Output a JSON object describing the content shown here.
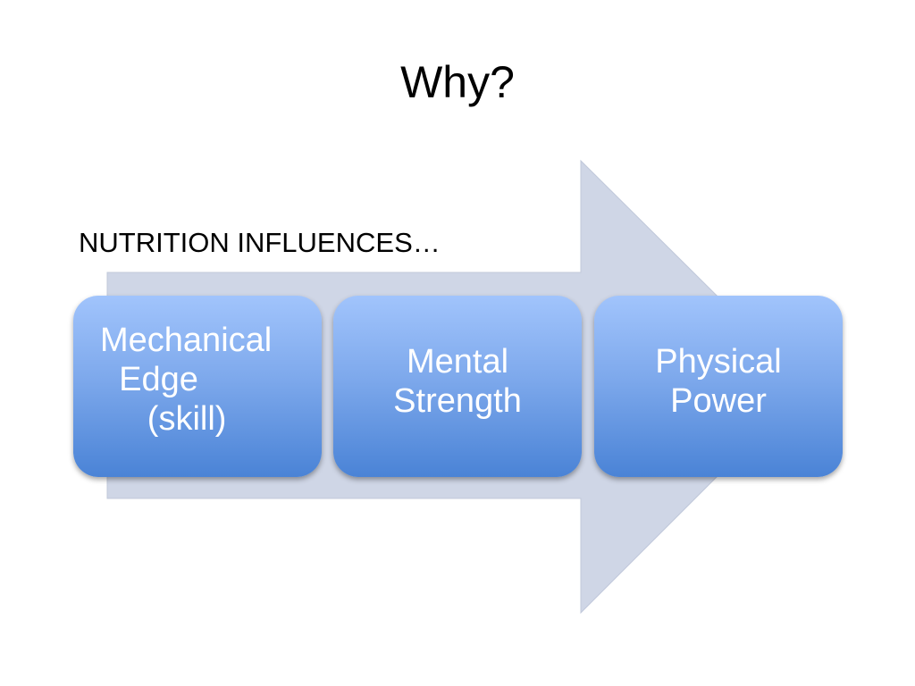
{
  "slide": {
    "title": "Why?",
    "subtitle": "NUTRITION INFLUENCES…",
    "arrow_color": "#cfd6e6",
    "box_gradient": [
      "#a1c4fc",
      "#4a83d6"
    ],
    "boxes": [
      {
        "label": "Mechanical\n  Edge\n     (skill)"
      },
      {
        "label": "Mental\nStrength"
      },
      {
        "label": "Physical\nPower"
      }
    ]
  }
}
